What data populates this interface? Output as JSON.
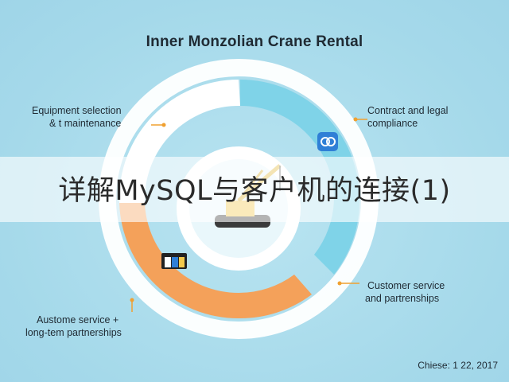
{
  "title": "Inner Monzolian Crane Rental",
  "segments": [
    {
      "line1": "Equipment selection",
      "line2": "& t maintenance",
      "color": "#ffffff"
    },
    {
      "line1": "Contract and legal",
      "line2": "compliance",
      "color": "#7fd3e8"
    },
    {
      "line1": "Customer service",
      "line2": "and partrenships",
      "color": "#ffffff"
    },
    {
      "line1": "Austome service +",
      "line2": "long-tem partnerships",
      "color": "#f4a15a"
    }
  ],
  "banner_text": "详解MySQL与客户机的连接(1)",
  "footer_date": "Chiese: 1 22, 2017",
  "icons": [
    "link-badge-icon",
    "toolbox-icon",
    "crane-icon",
    "crawler-base-icon"
  ],
  "colors": {
    "background": "#a9dcec",
    "orange": "#f4a15a",
    "cyan": "#7fd3e8",
    "accent_dot": "#f0a030"
  }
}
